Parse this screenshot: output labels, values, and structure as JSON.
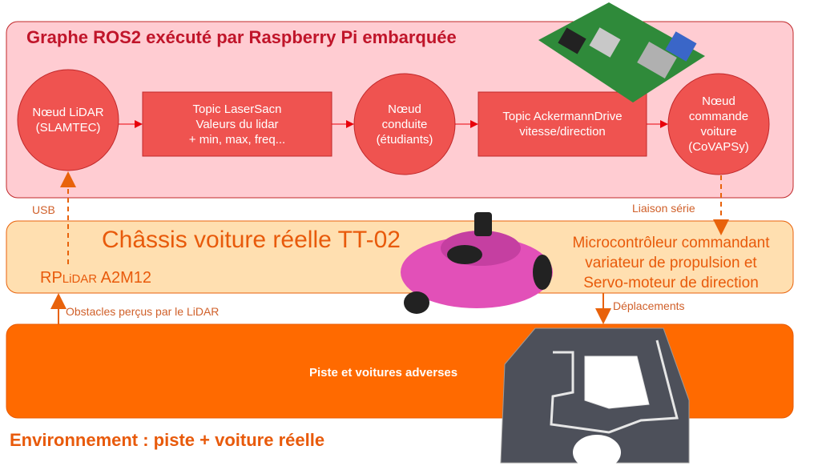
{
  "ros_graph": {
    "title": "Graphe ROS2 exécuté par Raspberry Pi embarquée",
    "nodes": [
      {
        "label": "Nœud LiDAR\n(SLAMTEC)"
      },
      {
        "label": "Topic LaserSacn\nValeurs du lidar\n+ min, max, freq..."
      },
      {
        "label": "Nœud\nconduite\n(étudiants)"
      },
      {
        "label": "Topic AckermannDrive\nvitesse/direction"
      },
      {
        "label": "Nœud\ncommande\nvoiture\n(CoVAPSy)"
      }
    ]
  },
  "links": {
    "usb": "USB",
    "serial": "Liaison série",
    "obstacles": "Obstacles perçus par le LiDAR",
    "moves": "Déplacements"
  },
  "chassis": {
    "title": "Châssis voiture réelle TT-02",
    "lidar_prefix": "RP",
    "lidar_mid": "LiDAR",
    "lidar_suffix": "A2M12",
    "mcu_lines": [
      "Microcontrôleur commandant",
      "variateur de propulsion et",
      "Servo-moteur de direction"
    ]
  },
  "environment": {
    "box_label": "Piste et voitures adverses",
    "title": "Environnement : piste + voiture réelle"
  },
  "colors": {
    "ros_bg": "#ffccd2",
    "node": "#ef5350",
    "chassis_bg": "#ffdfb0",
    "orange": "#ff6a00",
    "title_red": "#c0152a"
  }
}
